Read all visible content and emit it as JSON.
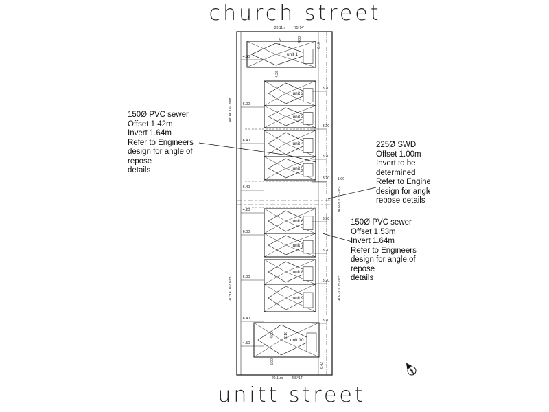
{
  "streets": {
    "top": "church street",
    "bottom": "unitt street"
  },
  "notes": {
    "sewer_a": [
      "150Ø PVC sewer",
      "Offset 1.42m",
      "Invert 1.64m",
      "Refer to Engineers",
      "design for angle of",
      "repose",
      "details"
    ],
    "swd": [
      "225Ø SWD",
      "Offset 1.00m",
      "Invert to be",
      "determined",
      "Refer to Engineers",
      "design for angle of",
      "repose  details"
    ],
    "sewer_b": [
      "150Ø PVC sewer",
      "Offset 1.53m",
      "Invert 1.64m",
      "Refer to Engineers",
      "design for angle of",
      "repose",
      "details"
    ]
  },
  "site": {
    "frontage_top": "20.11m",
    "frontage_top_bearing": "75°14'",
    "frontage_bottom": "20.11m",
    "frontage_bottom_bearing": "255°14'"
  },
  "units": [
    {
      "label": "unit 1"
    },
    {
      "label": "unit 2"
    },
    {
      "label": "unit 3"
    },
    {
      "label": "unit 4"
    },
    {
      "label": "unit 5"
    },
    {
      "label": "unit 6"
    },
    {
      "label": "unit 7"
    },
    {
      "label": "unit 8"
    },
    {
      "label": "unit 9"
    },
    {
      "label": "unit 10"
    }
  ],
  "dimensions_left": [
    "4.50",
    "6.00",
    "6.40",
    "6.40",
    "4.20",
    "6.00",
    "6.00",
    "6.40",
    "4.50"
  ],
  "dimensions_right": [
    "3.20",
    "3.20",
    "3.20",
    "3.20",
    "1.00",
    "3.20",
    "3.20",
    "3.20",
    "3.20"
  ],
  "dimensions_top": [
    "5.55",
    "4.88",
    "6.10",
    "4.26"
  ],
  "dimensions_bottom": [
    "4.00",
    "2.10",
    "5.00",
    "6.42"
  ],
  "boundary_labels": [
    "40°14' 102.80m",
    "40°14' 102.80m",
    "220°14' 102.80m",
    "220°14' 102.80m"
  ],
  "north_arrow": "N"
}
